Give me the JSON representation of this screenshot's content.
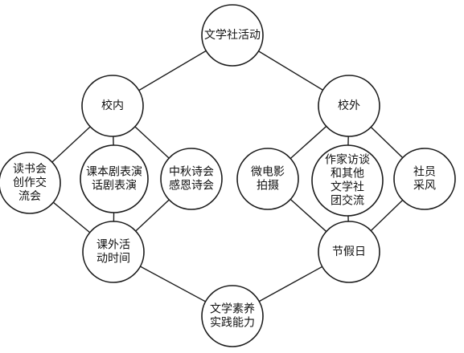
{
  "diagram": {
    "nodes": [
      {
        "id": "root",
        "lines": [
          "文学社活动"
        ]
      },
      {
        "id": "campus-in",
        "lines": [
          "校内"
        ]
      },
      {
        "id": "campus-out",
        "lines": [
          "校外"
        ]
      },
      {
        "id": "reading",
        "lines": [
          "读书会",
          "创作交",
          "流会"
        ]
      },
      {
        "id": "drama",
        "lines": [
          "课本剧表演",
          "话剧表演"
        ]
      },
      {
        "id": "poetry",
        "lines": [
          "中秋诗会",
          "感恩诗会"
        ]
      },
      {
        "id": "film",
        "lines": [
          "微电影",
          "拍摄"
        ]
      },
      {
        "id": "writers",
        "lines": [
          "作家访谈",
          "和其他",
          "文学社",
          "团交流"
        ]
      },
      {
        "id": "interview",
        "lines": [
          "社员",
          "采风"
        ]
      },
      {
        "id": "afterclass",
        "lines": [
          "课外活",
          "动时间"
        ]
      },
      {
        "id": "holiday",
        "lines": [
          "节假日"
        ]
      },
      {
        "id": "practice",
        "lines": [
          "文学素养",
          "实践能力"
        ]
      }
    ],
    "edges": [
      [
        "root",
        "campus-in"
      ],
      [
        "root",
        "campus-out"
      ],
      [
        "campus-in",
        "reading"
      ],
      [
        "campus-in",
        "drama"
      ],
      [
        "campus-in",
        "poetry"
      ],
      [
        "campus-out",
        "film"
      ],
      [
        "campus-out",
        "writers"
      ],
      [
        "campus-out",
        "interview"
      ],
      [
        "reading",
        "afterclass"
      ],
      [
        "drama",
        "afterclass"
      ],
      [
        "poetry",
        "afterclass"
      ],
      [
        "film",
        "holiday"
      ],
      [
        "writers",
        "holiday"
      ],
      [
        "interview",
        "holiday"
      ],
      [
        "afterclass",
        "practice"
      ],
      [
        "holiday",
        "practice"
      ]
    ]
  }
}
